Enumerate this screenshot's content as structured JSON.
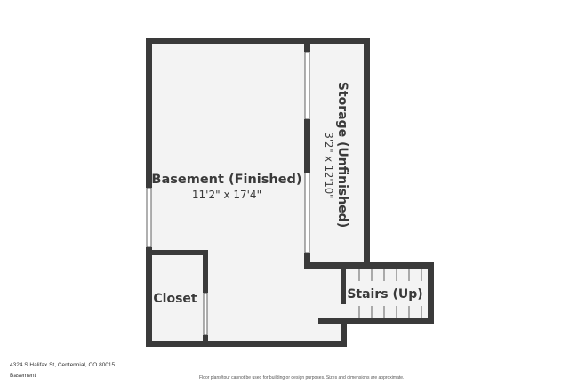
{
  "rooms": {
    "basement": {
      "name": "Basement (Finished)",
      "dims": "11'2\" x 17'4\""
    },
    "storage": {
      "name": "Storage (Unfinished)",
      "dims": "3'2\" x 12'10\""
    },
    "closet": {
      "name": "Closet"
    },
    "stairs": {
      "name": "Stairs (Up)"
    }
  },
  "footer": {
    "address": "4324 S Halifax St, Centennial, CO 80015",
    "level": "Basement",
    "disclaimer": "Floor plans/tour cannot be used for building or design purposes. Sizes and dimensions are approximate."
  },
  "colors": {
    "wall": "#3a3a3a",
    "floor": "#f3f3f3",
    "background": "#ffffff",
    "text": "#3a3a3a"
  }
}
